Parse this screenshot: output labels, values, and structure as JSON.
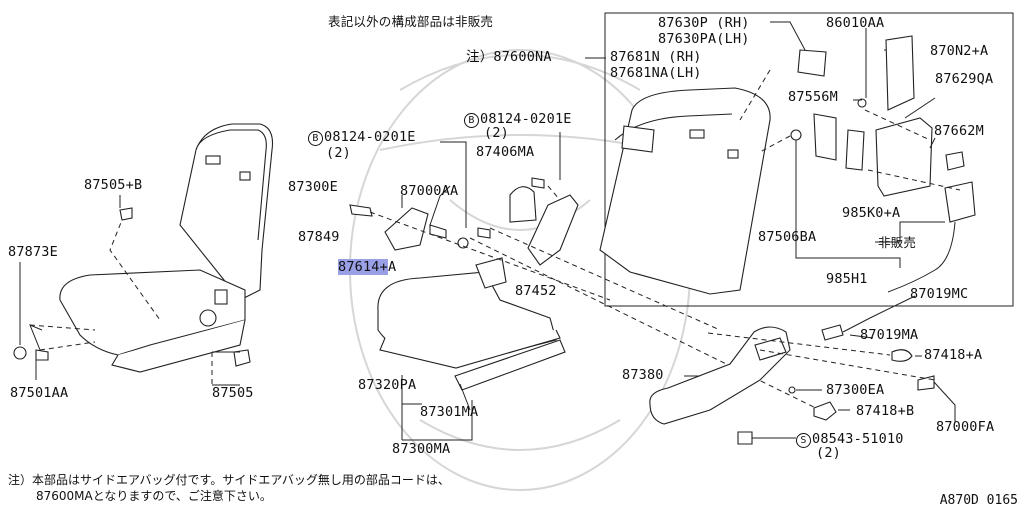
{
  "header_note": "表記以外の構成部品は非販売",
  "highlight_color": "#9aa0e6",
  "labels": {
    "p87600NA": "注）87600NA",
    "p87630P": "87630P (RH)",
    "p87630PA": "87630PA(LH)",
    "p86010AA": "86010AA",
    "p870N2": "870N2+A",
    "p87681N": "87681N (RH)",
    "p87681NA": "87681NA(LH)",
    "p87629QA": "87629QA",
    "p87556M": "87556M",
    "p87662M": "87662M",
    "bolt_b1": "08124-0201E",
    "bolt_b1_qty": "(2)",
    "bolt_b2": "08124-0201E",
    "bolt_b2_qty": "(2)",
    "p87406MA": "87406MA",
    "p87505B": "87505+B",
    "p87300E": "87300E",
    "p87000AA": "87000AA",
    "p87849": "87849",
    "p87873E": "87873E",
    "p87614A_pre": "87614+",
    "p87614A_post": "A",
    "p87452": "87452",
    "p985K0A": "985K0+A",
    "p87506BA": "87506BA",
    "not_sold": "非販売",
    "p985H1": "985H1",
    "p87019MC": "87019MC",
    "p87019MA": "87019MA",
    "p87418A": "87418+A",
    "p87380": "87380",
    "p87300EA": "87300EA",
    "p87418B": "87418+B",
    "p87000FA": "87000FA",
    "screw_s": "08543-51010",
    "screw_s_qty": "(2)",
    "p87320PA": "87320PA",
    "p87301MA": "87301MA",
    "p87300MA": "87300MA",
    "p87501AA": "87501AA",
    "p87505": "87505"
  },
  "badges": {
    "b": "B",
    "s": "S"
  },
  "footer_note_1": "注）本部品はサイドエアバッグ付です。サイドエアバッグ無し用の部品コードは、",
  "footer_note_2": "87600MAとなりますので、ご注意下さい。",
  "diagram_code": "A870D 0165"
}
